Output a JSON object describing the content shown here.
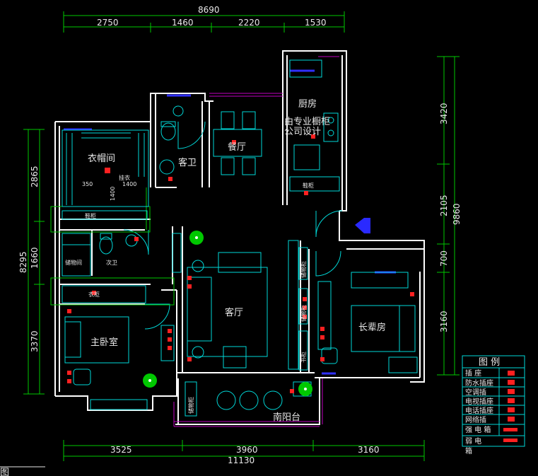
{
  "dimensions": {
    "top_total": "8690",
    "top_segments": [
      "2750",
      "1460",
      "2220",
      "1530"
    ],
    "bottom_segments": [
      "3525",
      "3960",
      "3160"
    ],
    "bottom_total": "11130",
    "left_total": "8295",
    "left_segments": [
      "2865",
      "1660",
      "3370"
    ],
    "right_total": "9860",
    "right_segments": [
      "3420",
      "2105",
      "700",
      "3160"
    ],
    "inner_marks": [
      "350",
      "1400",
      "1400"
    ]
  },
  "rooms": {
    "kitchen": "厨房",
    "kitchen_note_1": "由专业橱柜",
    "kitchen_note_2": "公司设计",
    "dining": "餐厅",
    "guest_bath": "客卫",
    "cloakroom": "衣帽间",
    "cabinet_1": "鞋柜",
    "cabinet_2": "鞋柜",
    "storage": "储物间",
    "second_bath": "次卫",
    "wardrobe": "衣柜",
    "living": "客厅",
    "master": "主卧室",
    "elder": "长辈房",
    "balcony": "南阳台",
    "left_vertical_1": "储物柜",
    "left_vertical_2": "书柜",
    "right_vertical": "储物柜",
    "balcony_cabinet": "储物柜",
    "shoe_mark": "挂衣"
  },
  "legend": {
    "title": "图 例",
    "items": [
      {
        "label": "插 座",
        "color": "#ff2020"
      },
      {
        "label": "防水插座",
        "color": "#ff2020"
      },
      {
        "label": "空调插",
        "color": "#ff2020"
      },
      {
        "label": "电视插座",
        "color": "#ff2020"
      },
      {
        "label": "电话插座",
        "color": "#ff2020"
      },
      {
        "label": "网络插",
        "color": "#ff2020"
      },
      {
        "label": "强 电 箱",
        "color": "#ff2020"
      },
      {
        "label": "弱 电",
        "color": "#ff2020"
      }
    ],
    "footer": "箱"
  },
  "colors": {
    "wall": "#ffffff",
    "dimension": "#00c800",
    "furniture": "#00d8d8",
    "socket": "#ff2020",
    "window": "#c000c0",
    "door": "#00d8d8",
    "entrance_arrow": "#2a2aff"
  },
  "corner_tag": "图"
}
